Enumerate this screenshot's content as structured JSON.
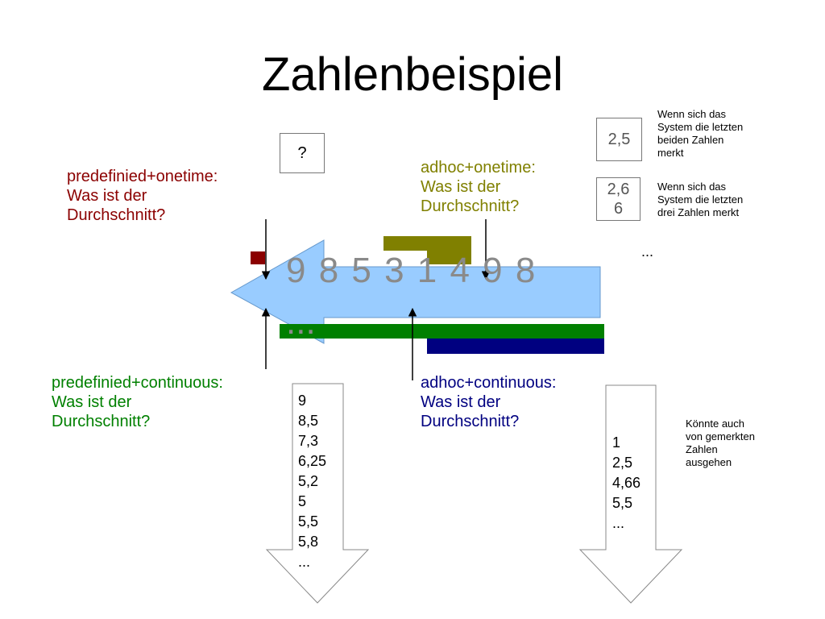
{
  "slide": {
    "title": "Zahlenbeispiel",
    "question_box": "?",
    "stream": "9 8 5 3 1 4 9 8",
    "stream_continuation": "...",
    "labels": {
      "predefined_onetime": "predefinied+onetime:\nWas ist der\nDurchschnitt?",
      "adhoc_onetime": "adhoc+onetime:\nWas ist der\nDurchschnitt?",
      "predefined_continuous": "predefinied+continuous:\nWas ist der\nDurchschnitt?",
      "adhoc_continuous": "adhoc+continuous:\nWas ist der\nDurchschnitt?"
    },
    "result_box_1": "2,5",
    "result_box_2": "2,6\n6",
    "ellipsis_right": "...",
    "notes": {
      "last_two": "Wenn sich das\nSystem die letzten\nbeiden Zahlen\nmerkt",
      "last_three": "Wenn sich das\nSystem die letzten\ndrei Zahlen merkt",
      "remembered": "Könnte auch\nvon gemerkten\nZahlen\nausgehen"
    },
    "predefined_continuous_values": "9\n8,5\n7,3\n6,25\n5,2\n5\n5,5\n5,8\n...",
    "adhoc_continuous_values": "1\n2,5\n4,66\n5,5\n..."
  },
  "colors": {
    "predefined_onetime": "#8b0000",
    "adhoc_onetime": "#808000",
    "predefined_continuous": "#008000",
    "adhoc_continuous": "#000080",
    "stream_arrow": "#99ccff"
  }
}
